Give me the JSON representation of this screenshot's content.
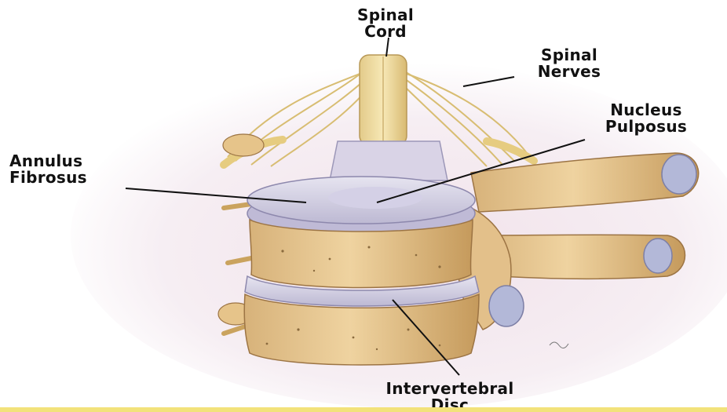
{
  "labels": {
    "spinal_cord": [
      "Spinal",
      "Cord"
    ],
    "spinal_nerves": [
      "Spinal",
      "Nerves"
    ],
    "nucleus_pulposus": [
      "Nucleus",
      "Pulposus"
    ],
    "annulus_fibrosus": [
      "Annulus",
      "Fibrosus"
    ],
    "intervertebral_disc": [
      "Intervertebral",
      "Disc"
    ]
  },
  "colors": {
    "bone": "#e6c48a",
    "bone_shadow": "#c8985a",
    "disc": "#c9c6dc",
    "disc_light": "#e2e0ee",
    "nerve": "#e8d088",
    "background_tint": "#f2e6ee"
  }
}
